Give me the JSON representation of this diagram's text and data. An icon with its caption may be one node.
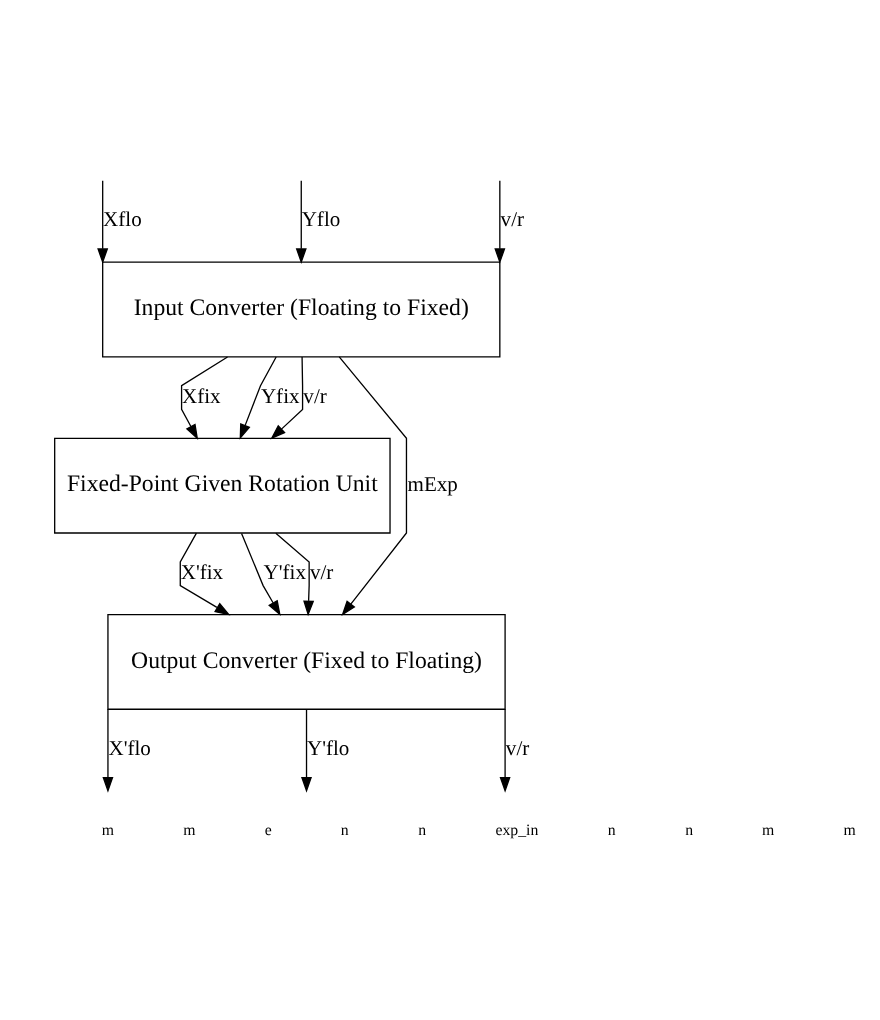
{
  "diagram": {
    "nodes": [
      {
        "text": [
          "Input Converter (Floating to Fixed)"
        ]
      },
      {
        "text": [
          "Fixed-Point Given Rotation Unit"
        ]
      },
      {
        "text": [
          "Output Converter (Fixed to Floating)"
        ]
      }
    ],
    "edges": [
      {
        "from": null,
        "to": 0,
        "arrow": "to",
        "label": "Xflo"
      },
      {
        "from": null,
        "to": 0,
        "arrow": "to",
        "label": "Yflo"
      },
      {
        "from": null,
        "to": 0,
        "arrow": "to",
        "label": "v/r"
      },
      {
        "from": 0,
        "to": 2,
        "arrow": "to",
        "label": "mExp"
      },
      {
        "from": 0,
        "to": 1,
        "arrow": "to",
        "label": "Xfix"
      },
      {
        "from": 0,
        "to": 1,
        "arrow": "to",
        "label": "Yfix"
      },
      {
        "from": 0,
        "to": 1,
        "arrow": "to",
        "label": "v/r"
      },
      {
        "from": 1,
        "to": 2,
        "arrow": "to",
        "label": "X'fix"
      },
      {
        "from": 1,
        "to": 2,
        "arrow": "to",
        "label": "Y'fix"
      },
      {
        "from": 1,
        "to": 2,
        "arrow": "to",
        "label": "v/r"
      },
      {
        "from": 2,
        "to": null,
        "arrow": "to",
        "label": "X'flo"
      },
      {
        "from": 2,
        "to": null,
        "arrow": "to",
        "label": "Y'flo"
      },
      {
        "from": 2,
        "to": null,
        "arrow": "to",
        "label": "v/r"
      }
    ],
    "labels": [
      "m",
      "m",
      "e",
      "n",
      "n",
      "exp_in",
      "n",
      "n",
      "m",
      "m"
    ]
  }
}
